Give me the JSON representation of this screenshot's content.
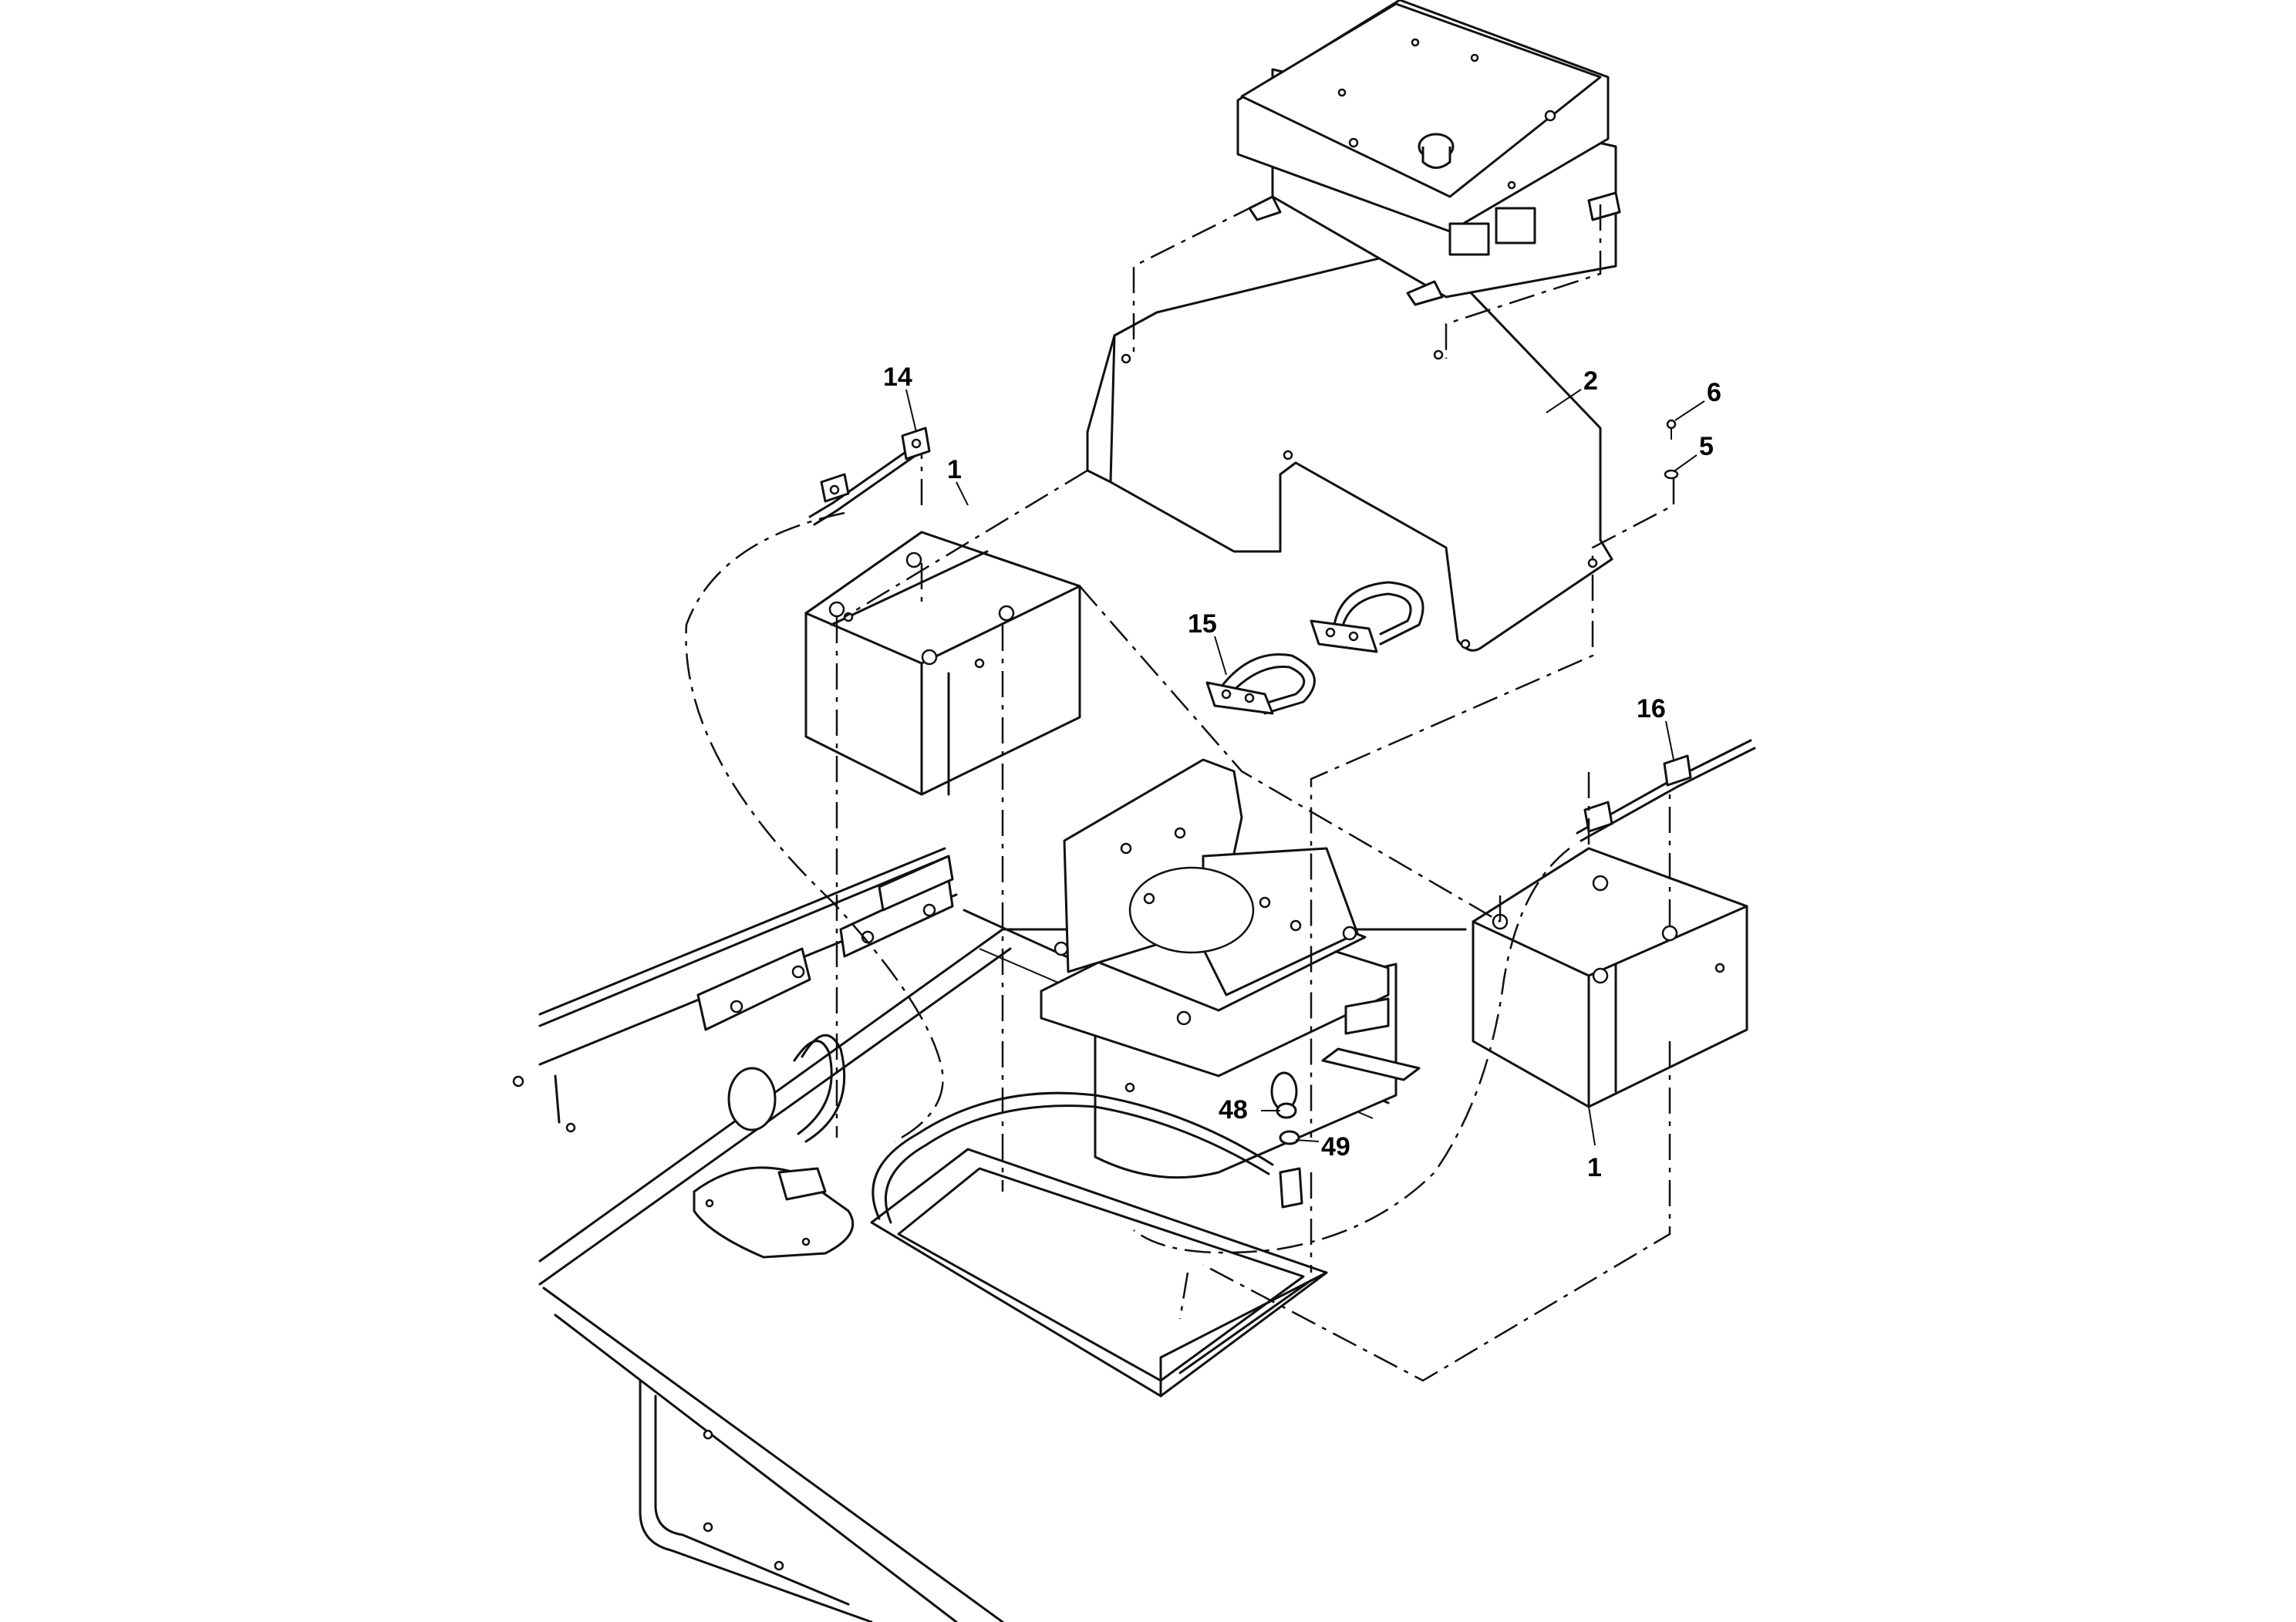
{
  "callouts": {
    "c1a": "1",
    "c1b": "1",
    "c2": "2",
    "c5": "5",
    "c6": "6",
    "c14": "14",
    "c15": "15",
    "c16": "16",
    "c48": "48",
    "c49": "49"
  }
}
